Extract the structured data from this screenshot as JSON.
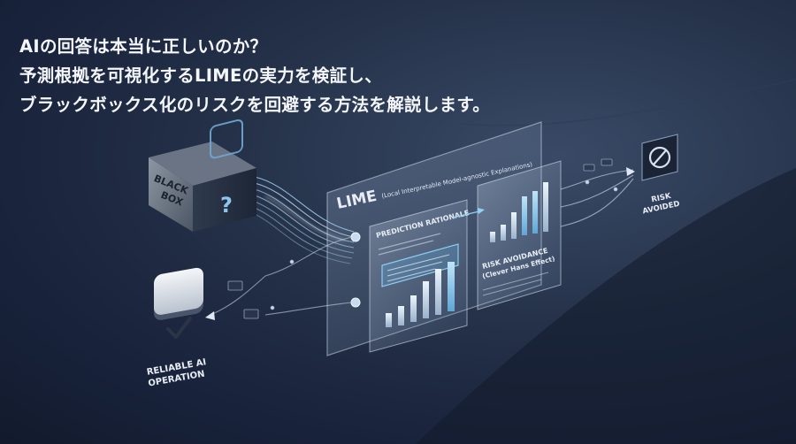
{
  "headline": {
    "line1": "AIの回答は本当に正しいのか？",
    "line2": "予測根拠を可視化するLIMEの実力を検証し、",
    "line3": "ブラックボックス化のリスクを回避する方法を解説します。"
  },
  "black_box": {
    "line1": "BLACK",
    "line2": "BOX",
    "symbol": "?"
  },
  "lime_panel": {
    "title": "LIME",
    "subtitle": "(Local Interpretable Model-agnostic Explanations)"
  },
  "prediction_card": {
    "title": "PREDICTION RATIONALE"
  },
  "risk_card": {
    "line1": "RISK AVOIDANCE",
    "line2": "(Clever Hans Effect)"
  },
  "risk_avoided": {
    "line1": "RISK",
    "line2": "AVOIDED",
    "icon": "prohibition-icon"
  },
  "reliable": {
    "line1": "RELIABLE AI",
    "line2": "OPERATION",
    "icon": "checkmark-icon"
  },
  "colors": {
    "accent": "#7fc4ea",
    "panel": "#9fb3cc",
    "text": "#e8edf5"
  }
}
